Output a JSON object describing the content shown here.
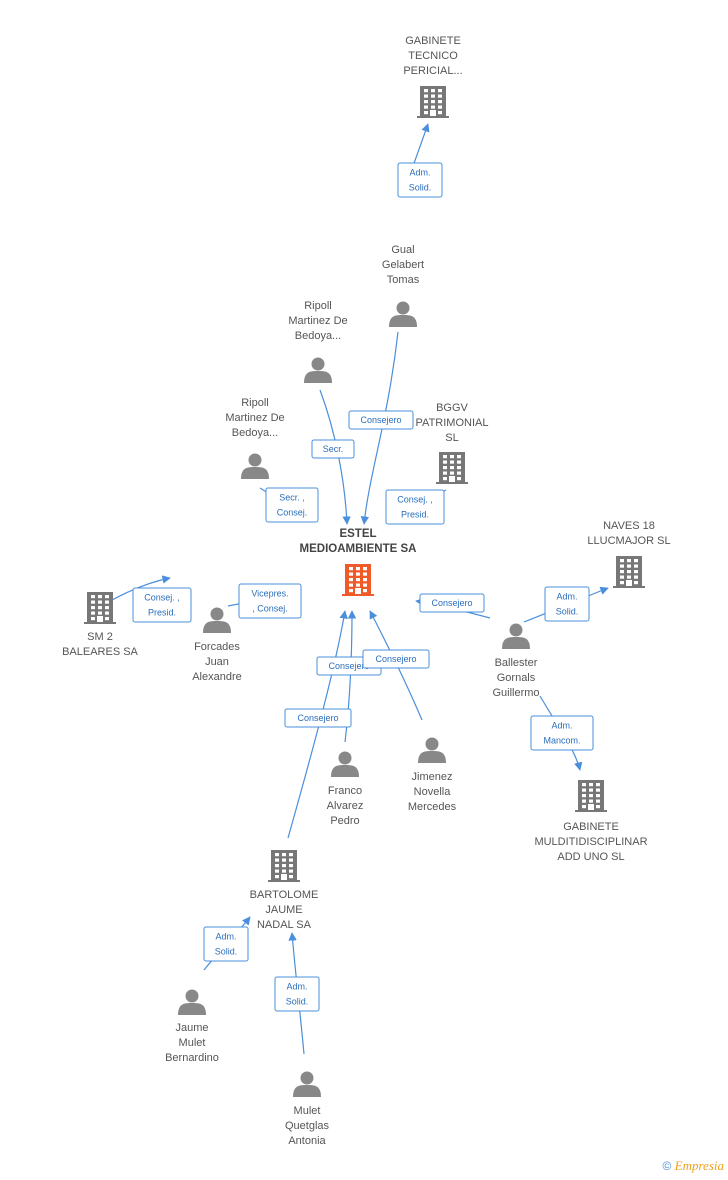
{
  "colors": {
    "edge": "#4a8fdb",
    "person": "#888888",
    "company": "#777777",
    "main": "#f05a28"
  },
  "nodes": [
    {
      "id": "main",
      "type": "company-main",
      "label": [
        "ESTEL",
        "MEDIOAMBIENTE SA"
      ]
    },
    {
      "id": "gabinete_tecnico",
      "type": "company",
      "label": [
        "GABINETE",
        "TECNICO",
        "PERICIAL..."
      ]
    },
    {
      "id": "gual",
      "type": "person",
      "label": [
        "Gual",
        "Gelabert",
        "Tomas"
      ]
    },
    {
      "id": "ripoll1",
      "type": "person",
      "label": [
        "Ripoll",
        "Martinez De",
        "Bedoya..."
      ]
    },
    {
      "id": "ripoll2",
      "type": "person",
      "label": [
        "Ripoll",
        "Martinez De",
        "Bedoya..."
      ]
    },
    {
      "id": "bggv",
      "type": "company",
      "label": [
        "BGGV",
        "PATRIMONIAL",
        "SL"
      ]
    },
    {
      "id": "naves18",
      "type": "company",
      "label": [
        "NAVES 18",
        "LLUCMAJOR SL"
      ]
    },
    {
      "id": "sm2",
      "type": "company",
      "label": [
        "SM 2",
        "BALEARES SA"
      ]
    },
    {
      "id": "forcades",
      "type": "person",
      "label": [
        "Forcades",
        "Juan",
        "Alexandre"
      ]
    },
    {
      "id": "ballester",
      "type": "person",
      "label": [
        "Ballester",
        "Gornals",
        "Guillermo"
      ]
    },
    {
      "id": "franco",
      "type": "person",
      "label": [
        "Franco",
        "Alvarez",
        "Pedro"
      ]
    },
    {
      "id": "jimenez",
      "type": "person",
      "label": [
        "Jimenez",
        "Novella",
        "Mercedes"
      ]
    },
    {
      "id": "gabinete_multi",
      "type": "company",
      "label": [
        "GABINETE",
        "MULDITIDISCIPLINAR",
        "ADD UNO SL"
      ]
    },
    {
      "id": "bartolome",
      "type": "company",
      "label": [
        "BARTOLOME",
        "JAUME",
        "NADAL SA"
      ]
    },
    {
      "id": "jaume",
      "type": "person",
      "label": [
        "Jaume",
        "Mulet",
        "Bernardino"
      ]
    },
    {
      "id": "mulet",
      "type": "person",
      "label": [
        "Mulet",
        "Quetglas",
        "Antonia"
      ]
    }
  ],
  "edges": [
    {
      "from": "gual",
      "to": "gabinete_tecnico",
      "label": [
        "Adm.",
        "Solid."
      ]
    },
    {
      "from": "gual",
      "to": "main",
      "label": [
        "Consejero"
      ]
    },
    {
      "from": "ripoll1",
      "to": "main",
      "label": [
        "Secr."
      ]
    },
    {
      "from": "ripoll2",
      "to": "main",
      "label": [
        "Secr. ,",
        "Consej."
      ]
    },
    {
      "from": "bggv",
      "to": "main",
      "label": [
        "Consej. ,",
        "Presid."
      ]
    },
    {
      "from": "ballester",
      "to": "main",
      "label": [
        "Consejero"
      ]
    },
    {
      "from": "ballester",
      "to": "naves18",
      "label": [
        "Adm.",
        "Solid."
      ]
    },
    {
      "from": "ballester",
      "to": "gabinete_multi",
      "label": [
        "Adm.",
        "Mancom."
      ]
    },
    {
      "from": "sm2",
      "to": "main",
      "label": [
        "Consej. ,",
        "Presid."
      ]
    },
    {
      "from": "forcades",
      "to": "main",
      "label": [
        "Vicepres.",
        ", Consej."
      ]
    },
    {
      "from": "franco",
      "to": "main",
      "label": [
        "Consejero"
      ]
    },
    {
      "from": "jimenez",
      "to": "main",
      "label": [
        "Consejero"
      ]
    },
    {
      "from": "bartolome",
      "to": "main",
      "label": [
        "Consejero"
      ]
    },
    {
      "from": "jaume",
      "to": "bartolome",
      "label": [
        "Adm.",
        "Solid."
      ]
    },
    {
      "from": "mulet",
      "to": "bartolome",
      "label": [
        "Adm.",
        "Solid."
      ]
    }
  ],
  "footer": {
    "copyright": "©",
    "brand": "Empresia"
  }
}
